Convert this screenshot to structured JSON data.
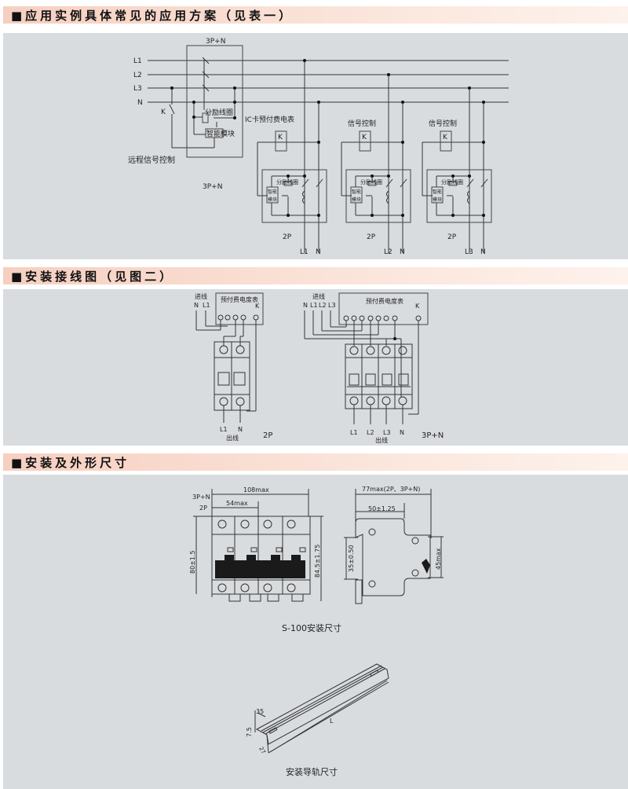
{
  "sections": [
    {
      "title": "■应用实例具体常见的应用方案（见表一）"
    },
    {
      "title": "■安装接线图（见图二）"
    },
    {
      "title": "■安装及外形尺寸"
    }
  ],
  "fig1": {
    "lines": [
      "L1",
      "L2",
      "L3",
      "N"
    ],
    "main_label": "3P+N",
    "main_label_bottom": "3P+N",
    "switch_k": "K",
    "shunt_coil": "分励线圈",
    "smart_module": "智能模块",
    "remote_control": "远程信号控制",
    "groups": [
      {
        "title": "IC卡预付费电表",
        "k": "K",
        "type": "2P",
        "phase": "L1",
        "neutral": "N",
        "coil": "分励线圈",
        "module_top": "智能",
        "module_bottom": "模块"
      },
      {
        "title": "信号控制",
        "k": "K",
        "type": "2P",
        "phase": "L2",
        "neutral": "N",
        "coil": "分励线圈",
        "module_top": "智能",
        "module_bottom": "模块"
      },
      {
        "title": "信号控制",
        "k": "K",
        "type": "2P",
        "phase": "L3",
        "neutral": "N",
        "coil": "分励线圈",
        "module_top": "智能",
        "module_bottom": "模块"
      }
    ]
  },
  "fig2": {
    "left": {
      "incoming": "进线",
      "in_terms": [
        "N",
        "L1"
      ],
      "meter": "预付费电度表",
      "k": "K",
      "out_terms": [
        "L1",
        "N"
      ],
      "outgoing": "出线",
      "type": "2P"
    },
    "right": {
      "incoming": "进线",
      "in_terms": [
        "N",
        "L1",
        "L2",
        "L3"
      ],
      "meter": "预付费电度表",
      "k": "K",
      "out_terms": [
        "L1",
        "L2",
        "L3",
        "N"
      ],
      "outgoing": "出线",
      "type": "3P+N"
    }
  },
  "fig3": {
    "front": {
      "w_4p": "108max",
      "label_4p": "3P+N",
      "w_2p": "54max",
      "label_2p": "2P",
      "h_left": "80±1.5",
      "h_right": "84.5±1.75"
    },
    "side": {
      "depth": "77max(2P、3P+N)",
      "inner": "50±1.25",
      "rail": "35±0.50",
      "height": "45max"
    },
    "caption": "S-100安装尺寸",
    "rail": {
      "w": "35",
      "h": "7.5",
      "t": "27",
      "len": "L",
      "caption": "安装导轨尺寸"
    }
  }
}
